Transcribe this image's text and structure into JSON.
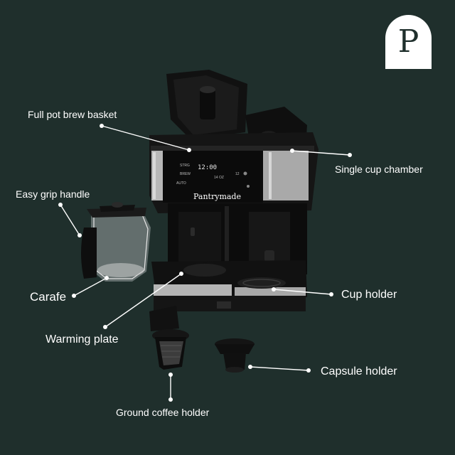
{
  "brand": {
    "logo_letter": "P",
    "machine_brand": "Pantrymade",
    "display_readout": "12:00",
    "panel_tags": [
      "STRG",
      "BREW",
      "12",
      "AUTO"
    ],
    "panel_vol": "14 OZ"
  },
  "callouts": {
    "full_pot_brew_basket": "Full pot brew basket",
    "single_cup_chamber": "Single cup chamber",
    "easy_grip_handle": "Easy grip handle",
    "carafe": "Carafe",
    "cup_holder": "Cup holder",
    "warming_plate": "Warming plate",
    "capsule_holder": "Capsule holder",
    "ground_coffee_holder": "Ground coffee holder"
  },
  "colors": {
    "background": "#1f2f2c",
    "text": "#ffffff",
    "machine_body": "#141414",
    "steel": "#b8b8b8"
  }
}
